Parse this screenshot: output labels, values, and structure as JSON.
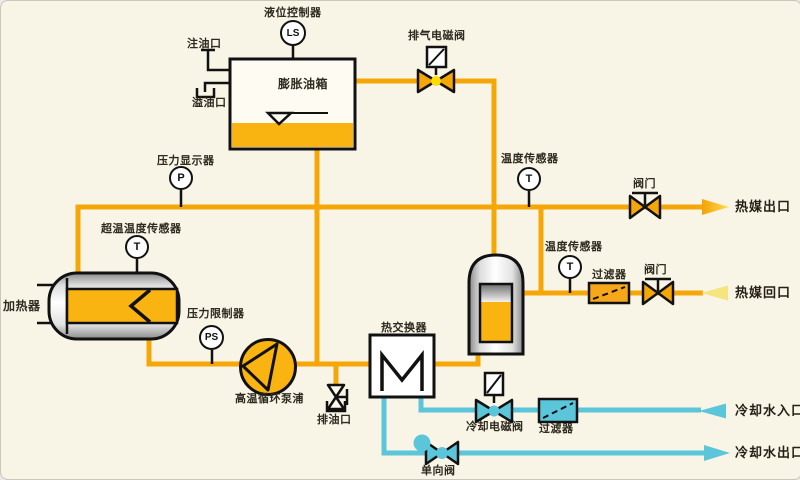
{
  "colors": {
    "background": "#F8F4E6",
    "hot_pipe": "#F6A708",
    "cooling_pipe": "#5BC6DA",
    "liquid_fill": "#F9B411",
    "outline": "#111111",
    "return_arrow_fill": "#F6E47E"
  },
  "instruments": {
    "level_controller": {
      "label": "液位控制器",
      "tag": "LS"
    },
    "pressure_display": {
      "label": "压力显示器",
      "tag": "P"
    },
    "overtemp_sensor": {
      "label": "超温温度传感器",
      "tag": "T"
    },
    "supply_temp_sensor": {
      "label": "温度传感器",
      "tag": "T"
    },
    "return_temp_sensor": {
      "label": "温度传感器",
      "tag": "T"
    },
    "pressure_limiter": {
      "label": "压力限制器",
      "tag": "PS"
    }
  },
  "equipment": {
    "expansion_tank": "膨胀油箱",
    "heater": "加热器",
    "pump": "高温循环泵浦",
    "heat_exchanger": "热交换器",
    "hot_filter": "过滤器",
    "cooling_filter": "过滤器"
  },
  "valves": {
    "exhaust_solenoid": "排气电磁阀",
    "supply_valve": "阀门",
    "return_valve": "阀门",
    "cooling_solenoid": "冷却电磁阀",
    "check_valve": "单向阀"
  },
  "ports": {
    "fill_port": "注油口",
    "overflow_port": "溢油口",
    "oil_drain": "排油口",
    "heat_medium_outlet": "热媒出口",
    "heat_medium_return": "热媒回口",
    "cooling_water_inlet": "冷却水入口",
    "cooling_water_outlet": "冷却水出口"
  }
}
